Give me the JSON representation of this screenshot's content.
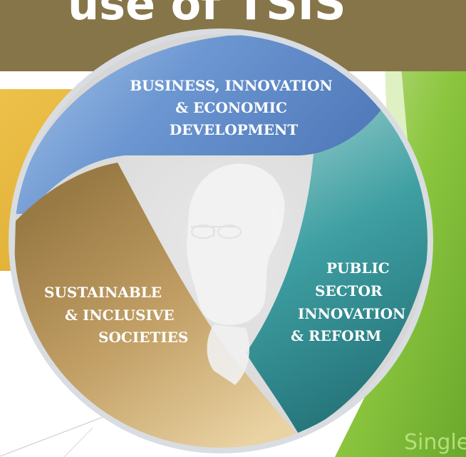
{
  "header": {
    "partial_title": "use of TSIS"
  },
  "diagram": {
    "segments": [
      {
        "id": "business",
        "lines": [
          "BUSINESS, INNOVATION",
          "& ECONOMIC",
          "DEVELOPMENT"
        ],
        "color": "#5b86c7"
      },
      {
        "id": "public",
        "lines": [
          "PUBLIC",
          "SECTOR",
          "INNOVATION",
          "& REFORM"
        ],
        "color": "#2f8b8f"
      },
      {
        "id": "sustainable",
        "lines": [
          "SUSTAINABLE",
          "& INCLUSIVE",
          "SOCIETIES"
        ],
        "color": "#b39356"
      }
    ]
  },
  "footer": {
    "partial_text": "Single"
  },
  "colors": {
    "header_band": "#867548",
    "yellow_panel": "#e3b33a",
    "green_background": "#87c23e",
    "ring_border": "#d8dde2"
  }
}
